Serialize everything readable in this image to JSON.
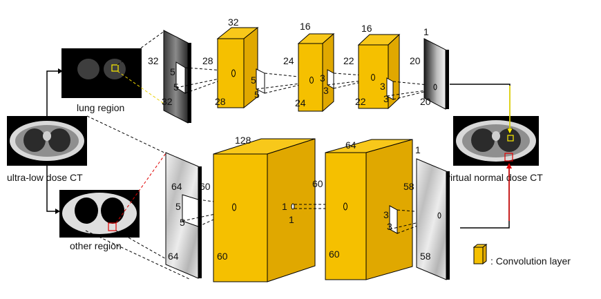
{
  "captions": {
    "input": "ultra-low dose CT",
    "lung": "lung region",
    "other": "other region",
    "output": "virtual normal dose CT",
    "legend": ": Convolution layer"
  },
  "lung_branch": {
    "input_size": [
      "32",
      "32"
    ],
    "kernel1": [
      "5",
      "5"
    ],
    "layer1": {
      "depth": "32",
      "h": "28",
      "w": "28"
    },
    "kernel2": [
      "5",
      "5"
    ],
    "layer2": {
      "depth": "16",
      "h": "24",
      "w": "24"
    },
    "kernel3": [
      "3",
      "3"
    ],
    "layer3": {
      "depth": "16",
      "h": "22",
      "w": "22"
    },
    "kernel4": [
      "3",
      "3"
    ],
    "output": {
      "depth": "1",
      "h": "20",
      "w": "20"
    }
  },
  "other_branch": {
    "input_size": [
      "64",
      "64"
    ],
    "kernel1": [
      "5",
      "5"
    ],
    "layer1": {
      "depth": "128",
      "h": "60",
      "w": "60"
    },
    "kernel2": [
      "1",
      "1"
    ],
    "layer2": {
      "depth": "64",
      "h": "60",
      "w": "60"
    },
    "kernel3": [
      "3",
      "3"
    ],
    "output": {
      "depth": "1",
      "h": "58",
      "w": "58"
    }
  }
}
